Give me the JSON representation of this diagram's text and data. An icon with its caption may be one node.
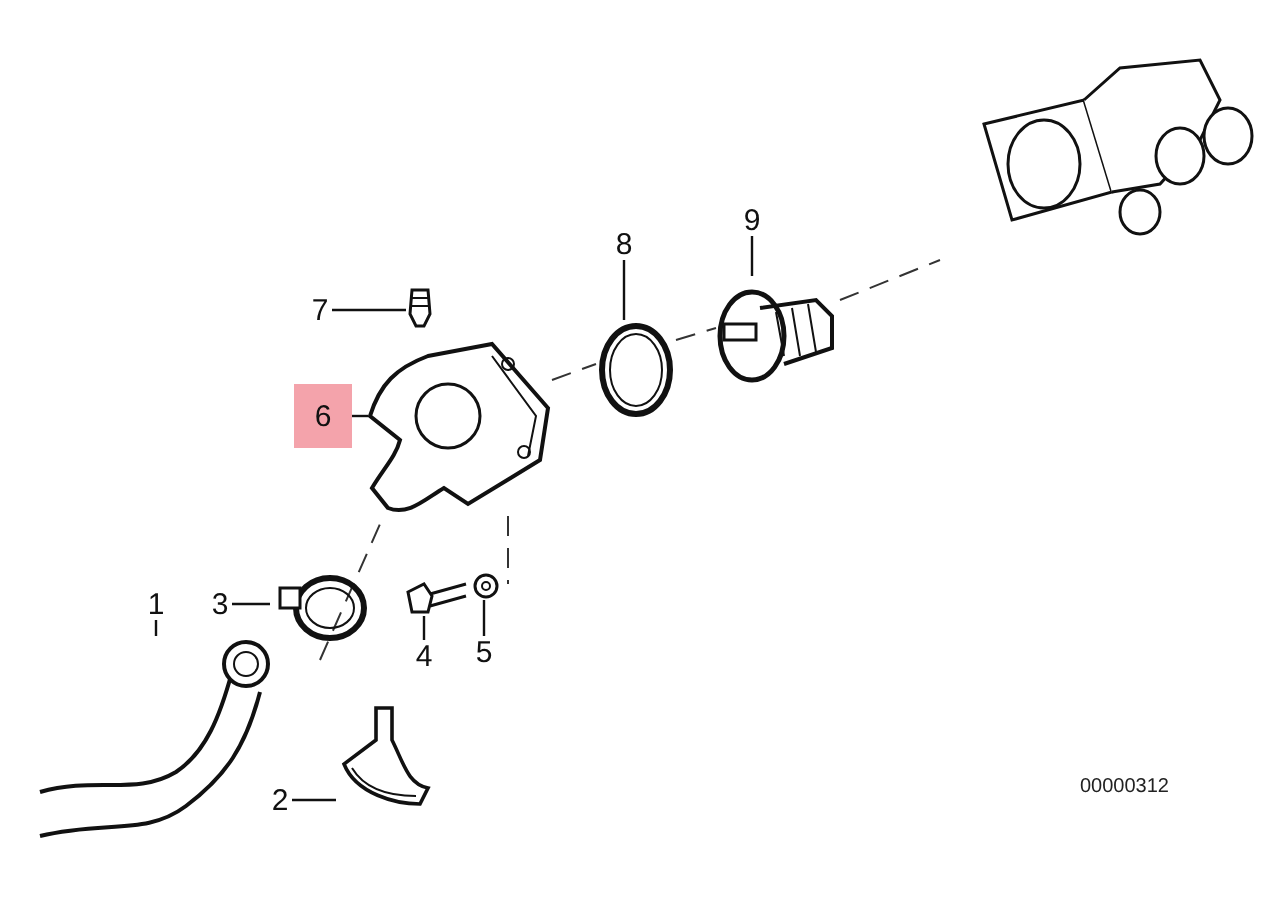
{
  "diagram": {
    "nodes": [
      {
        "text": [
          "1"
        ]
      },
      {
        "text": [
          "2"
        ]
      },
      {
        "text": [
          "3"
        ]
      },
      {
        "text": [
          "4"
        ]
      },
      {
        "text": [
          "5"
        ]
      },
      {
        "text": [
          "6"
        ]
      },
      {
        "text": [
          "7"
        ]
      },
      {
        "text": [
          "8"
        ]
      },
      {
        "text": [
          "9"
        ]
      },
      {
        "text": [],
        "shape": "picture"
      },
      {
        "text": [],
        "shape": "picture"
      },
      {
        "text": [],
        "shape": "picture"
      },
      {
        "text": [],
        "shape": "picture"
      },
      {
        "text": [],
        "shape": "picture"
      },
      {
        "text": [],
        "shape": "picture"
      },
      {
        "text": [],
        "shape": "picture"
      },
      {
        "text": [],
        "shape": "picture"
      },
      {
        "text": [],
        "shape": "picture"
      }
    ],
    "edges": [
      {
        "from": 0,
        "to": 9,
        "arrow": "none"
      },
      {
        "from": 1,
        "to": 10,
        "arrow": "none"
      },
      {
        "from": 2,
        "to": 11,
        "arrow": "none"
      },
      {
        "from": 3,
        "to": 12,
        "arrow": "none"
      },
      {
        "from": 4,
        "to": 13,
        "arrow": "none"
      },
      {
        "from": 5,
        "to": 14,
        "arrow": "none"
      },
      {
        "from": 6,
        "to": 15,
        "arrow": "none"
      },
      {
        "from": 7,
        "to": 16,
        "arrow": "none"
      },
      {
        "from": 8,
        "to": 17,
        "arrow": "none"
      }
    ],
    "labels": [
      "00000312"
    ]
  }
}
